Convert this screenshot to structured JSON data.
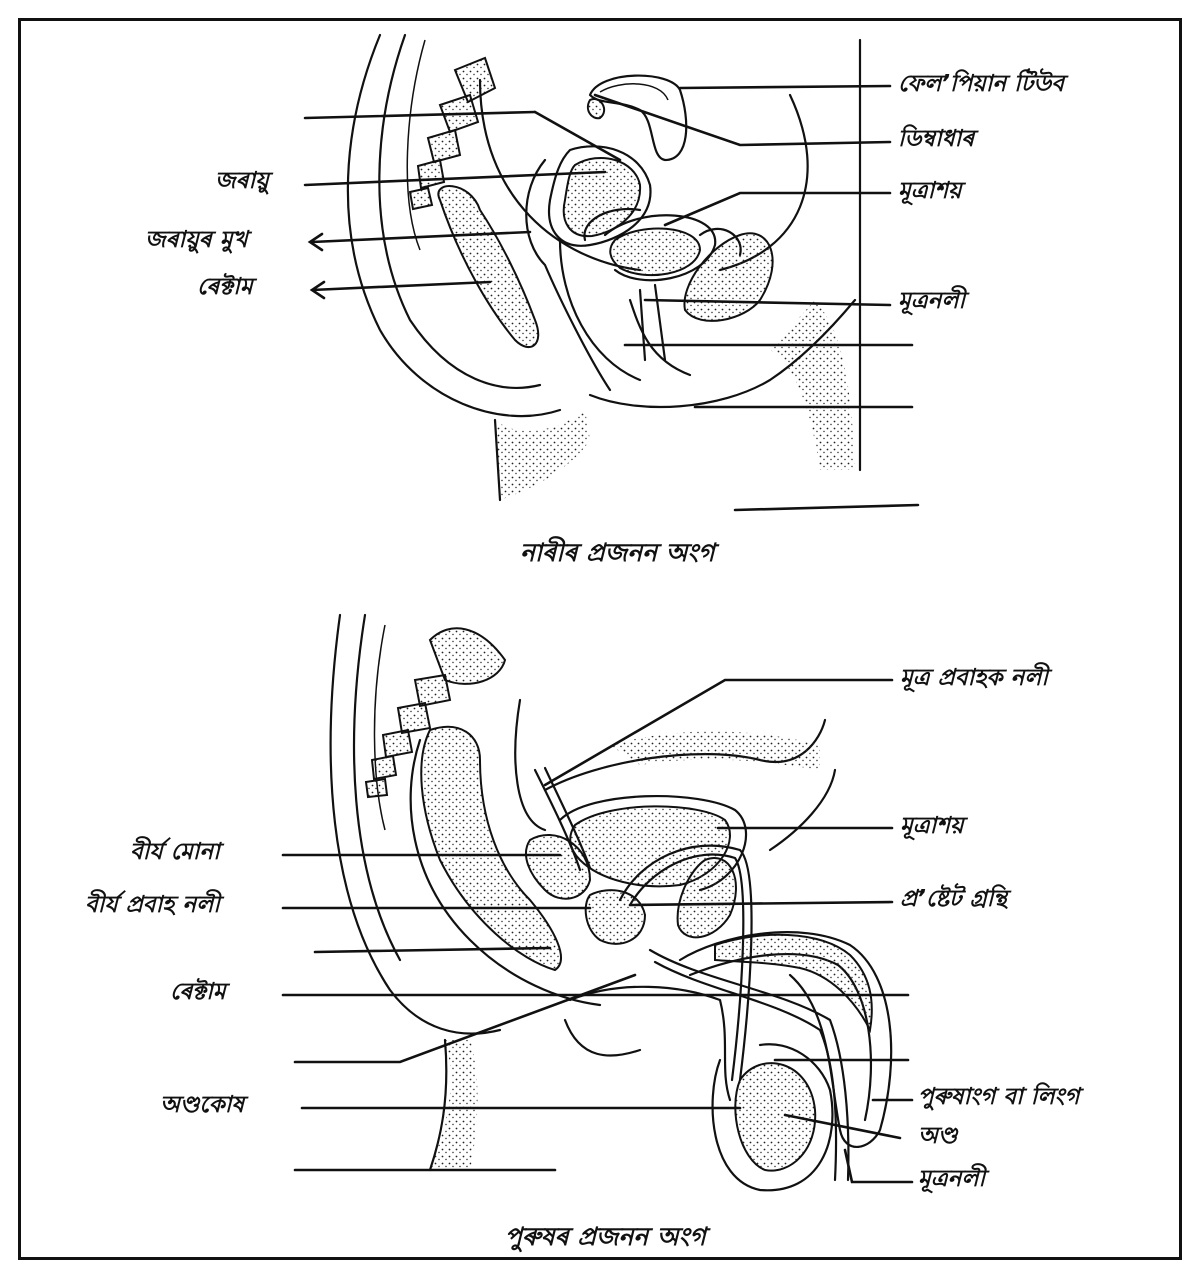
{
  "colors": {
    "ink": "#111111",
    "paper": "#ffffff"
  },
  "female": {
    "caption": "নাৰীৰ প্ৰজনন অংগ",
    "labels": {
      "fallopian_tube": "ফেল’পিয়ান টিউব",
      "ovary": "ডিম্বাধাৰ",
      "bladder": "মূত্ৰাশয়",
      "uterus": "জৰায়ু",
      "cervix": "জৰায়ুৰ মুখ",
      "rectum": "ৰেক্টাম",
      "urethra": "মূত্ৰনলী"
    }
  },
  "male": {
    "caption": "পুৰুষৰ প্ৰজনন অংগ",
    "labels": {
      "ureter": "মূত্ৰ প্ৰবাহক নলী",
      "bladder": "মূত্ৰাশয়",
      "seminal_vesicle": "বীৰ্য মোনা",
      "prostate": "প্ৰ’ষ্টেট গ্ৰন্থি",
      "vas_deferens": "বীৰ্য প্ৰবাহ নলী",
      "rectum": "ৰেক্টাম",
      "penis": "পুৰুষাংগ বা লিংগ",
      "scrotum": "অণ্ডকোষ",
      "testis": "অণ্ড",
      "urethra": "মূত্ৰনলী"
    }
  }
}
